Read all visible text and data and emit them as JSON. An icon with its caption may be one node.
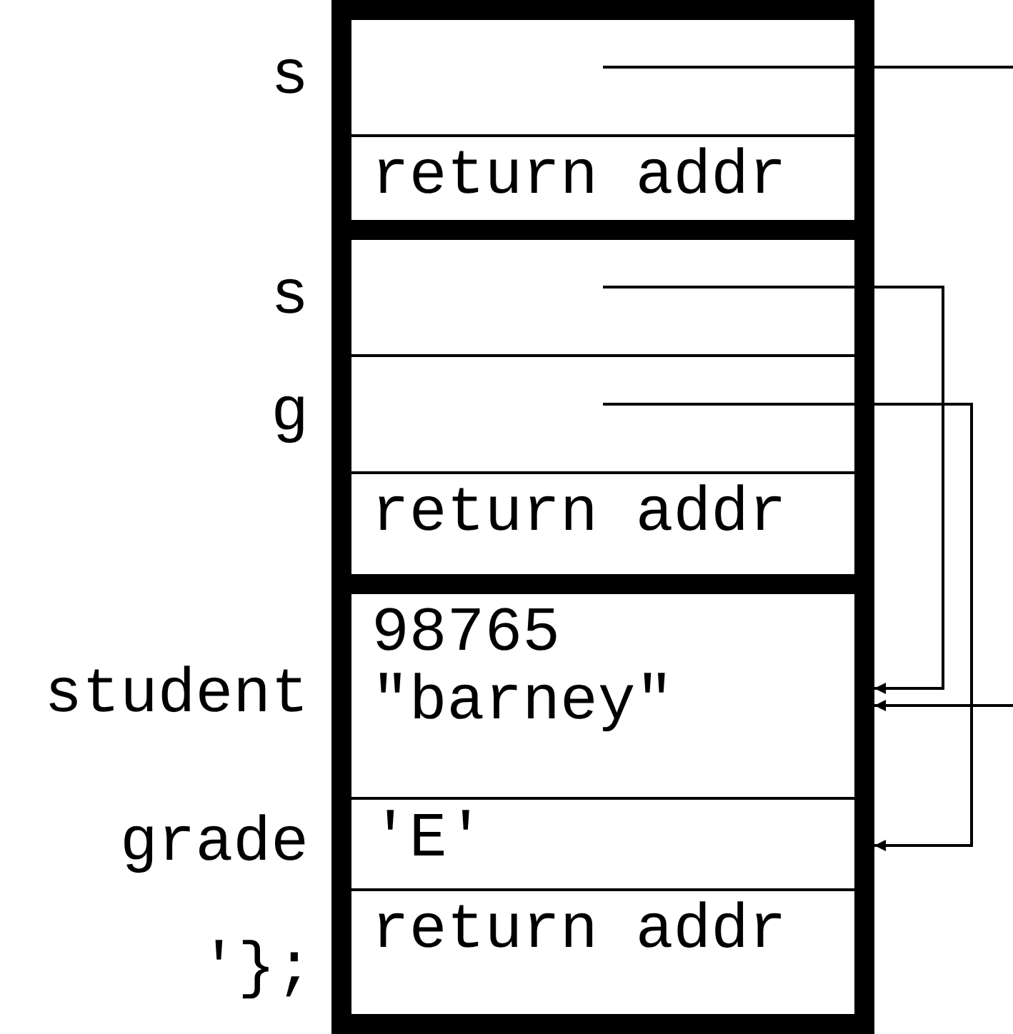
{
  "diagram": {
    "nodes": [
      {
        "text": [],
        "shape": "box"
      },
      {
        "text": [],
        "shape": "box",
        "in": 0,
        "beside": [
          "s"
        ]
      },
      {
        "text": [
          "return addr"
        ],
        "in": 0
      },
      {
        "text": [],
        "shape": "box"
      },
      {
        "text": [],
        "shape": "box",
        "in": 3,
        "beside": [
          "s"
        ]
      },
      {
        "text": [],
        "shape": "box",
        "in": 3,
        "beside": [
          "g"
        ]
      },
      {
        "text": [
          "return addr"
        ],
        "in": 3
      },
      {
        "text": [],
        "shape": "box"
      },
      {
        "text": [
          "98765",
          "\"barney\""
        ],
        "in": 7,
        "beside": [
          "student"
        ]
      },
      {
        "text": [
          "'E'"
        ],
        "in": 7,
        "beside": [
          "grade"
        ]
      },
      {
        "text": [
          "return addr"
        ],
        "in": 7
      }
    ],
    "edges": [
      {
        "from": 1,
        "to": null,
        "arrow": "none"
      },
      {
        "from": 4,
        "to": 8,
        "arrow": "to"
      },
      {
        "from": 5,
        "to": 9,
        "arrow": "to"
      },
      {
        "from": null,
        "to": 8,
        "arrow": "to"
      }
    ],
    "labels": [
      "'};"
    ]
  }
}
